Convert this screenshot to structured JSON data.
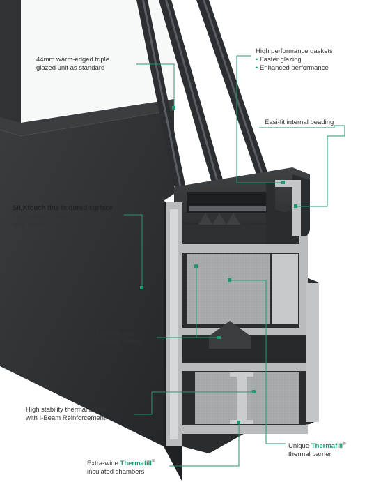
{
  "colors": {
    "accent": "#1e9a6e",
    "frame": "#2e3134",
    "aluminium": "#b9bcbf",
    "insulation": "#a7aaad"
  },
  "labels": {
    "triple_glazed": {
      "line1": "44mm warm-edged triple",
      "line2": "glazed unit as standard"
    },
    "gaskets": {
      "title": "High performance gaskets",
      "bullet1": "Faster glazing",
      "bullet2": "Enhanced performance"
    },
    "beading": {
      "text": "Easi-fit internal beading"
    },
    "silktouch": {
      "title": "SILKtouch fine textured surface",
      "line1": "The surface is lightly-textured for a",
      "line2": "silky feel that stays cleaner longer"
    },
    "baffles": {
      "line1": "Thermal and",
      "line2": "acoustic baffles"
    },
    "thermal_break": {
      "line1": "High stability thermal break",
      "line2": "with I-Beam Reinforcement"
    },
    "thermal_barrier": {
      "prefix": "Unique ",
      "brand": "Thermafill",
      "reg": "®",
      "line2": "thermal barrier"
    },
    "chambers": {
      "prefix": "Extra-wide ",
      "brand": "Thermafill",
      "reg": "®",
      "line2": "insulated chambers"
    }
  }
}
